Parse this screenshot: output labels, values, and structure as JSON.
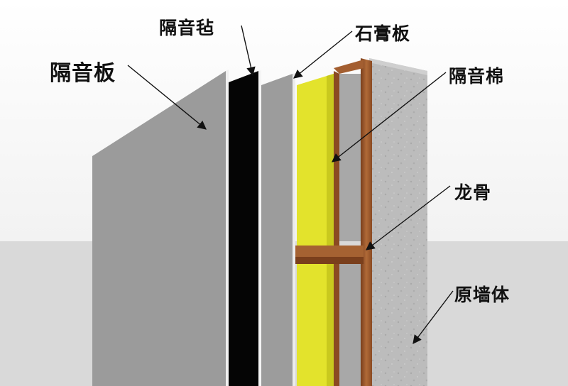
{
  "labels": {
    "soundproof_board": "隔音板",
    "soundproof_felt": "隔音毡",
    "gypsum_board": "石膏板",
    "soundproof_cotton": "隔音棉",
    "keel": "龙骨",
    "original_wall": "原墙体"
  },
  "colors": {
    "background_top": "#ffffff",
    "floor": "#d9d9d9",
    "board_gray": "#9a9a9a",
    "felt_black": "#050505",
    "insulation_yellow": "#e2e22a",
    "keel_wood": "#9c5a2e",
    "wall_concrete": "#bdbdbd"
  }
}
